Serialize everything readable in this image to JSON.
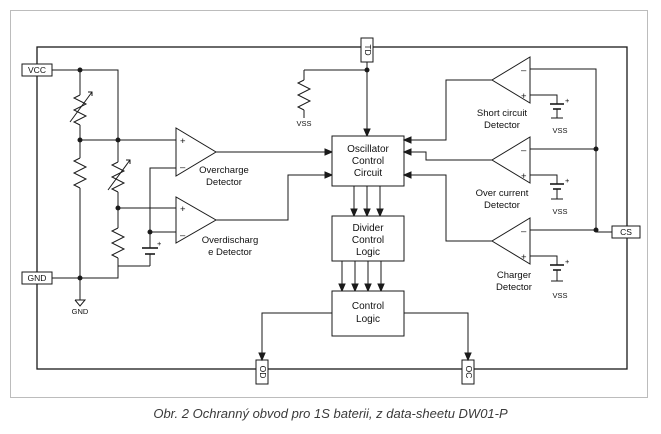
{
  "pins": {
    "vcc": "VCC",
    "gnd": "GND",
    "td": "TD",
    "cs": "CS",
    "od": "OD",
    "oc": "OC"
  },
  "blocks": {
    "oscillator": [
      "Oscillator",
      "Control",
      "Circuit"
    ],
    "divider": [
      "Divider",
      "Control",
      "Logic"
    ],
    "control": [
      "Control",
      "Logic"
    ]
  },
  "detectors": {
    "overcharge": [
      "Overcharge",
      "Detector"
    ],
    "overdischarge": [
      "Overdischarg",
      "e Detector"
    ],
    "short_circuit": [
      "Short circuit",
      "Detector"
    ],
    "over_current": [
      "Over current",
      "Detector"
    ],
    "charger": [
      "Charger",
      "Detector"
    ]
  },
  "supply_labels": {
    "vss": "VSS",
    "gnd_symbol": "GND"
  },
  "polarity": {
    "plus": "+",
    "minus": "–"
  },
  "caption": "Obr. 2  Ochranný obvod pro 1S baterii, z data-sheetu DW01-P"
}
